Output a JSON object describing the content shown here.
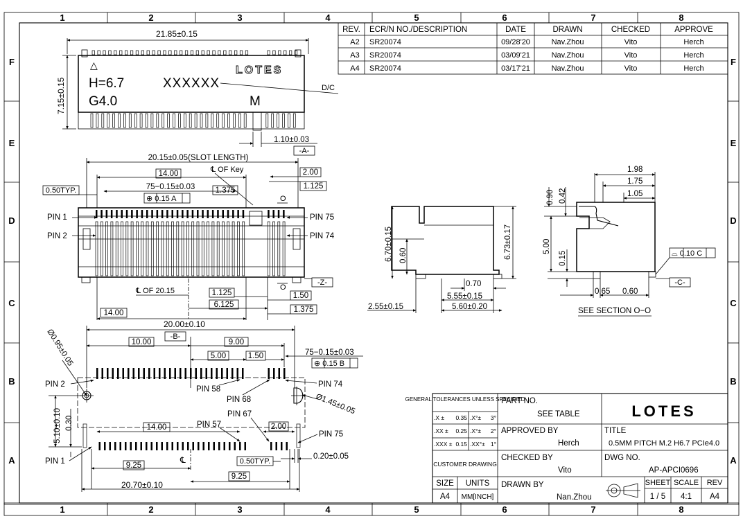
{
  "zone_columns": [
    "1",
    "2",
    "3",
    "4",
    "5",
    "6",
    "7",
    "8"
  ],
  "zone_rows": [
    "F",
    "E",
    "D",
    "C",
    "B",
    "A"
  ],
  "revision_table": {
    "headers": [
      "REV.",
      "ECR/N NO./DESCRIPTION",
      "DATE",
      "DRAWN",
      "CHECKED",
      "APPROVE"
    ],
    "rows": [
      [
        "A2",
        "SR20074",
        "09/28'20",
        "Nav.Zhou",
        "Vito",
        "Herch"
      ],
      [
        "A3",
        "SR20074",
        "03/09'21",
        "Nav.Zhou",
        "Vito",
        "Herch"
      ],
      [
        "A4",
        "SR20074",
        "03/17'21",
        "Nav.Zhou",
        "Vito",
        "Herch"
      ]
    ]
  },
  "top_view": {
    "width_dim": "21.85±0.15",
    "height_dim": "7.15±0.15",
    "triangle_mark": "△",
    "height_mark": "H=6.7",
    "gen_mark": "G4.0",
    "date_code": "XXXXXX",
    "brand": "LOTES",
    "key_letter": "M",
    "dc_label": "D/C",
    "offset_dim": "1.10±0.03",
    "datum_a": "-A-"
  },
  "front_view": {
    "slot_length": "20.15±0.05(SLOT LENGTH)",
    "dim_14_top": "14.00",
    "key_label": "℄ OF Key",
    "dim_2_00": "2.00",
    "dim_1_125_top": "1.125",
    "pitch_typ": "0.50TYP.",
    "pitch_dim": "75−0.15±0.03",
    "position_tol": "⊕ 0.15 A",
    "dim_1_375_top": "1.375",
    "section_letter_top": "O",
    "pin1": "PIN  1",
    "pin2": "PIN  2",
    "pin75": "PIN  75",
    "pin74": "PIN  74",
    "datum_z": "-Z-",
    "section_letter_bottom": "O",
    "center_label": "℄  OF  20.15",
    "dim_1_125_bot": "1.125",
    "dim_6_125": "6.125",
    "dim_1_50": "1.50",
    "dim_14_bot": "14.00",
    "dim_1_375_bot": "1.375"
  },
  "side_view": {
    "overall_h": "6.70±0.15",
    "lower_h": "0.60",
    "right_h": "6.73±0.17",
    "dim_070": "0.70",
    "dim_555": "5.55±0.15",
    "dim_560": "5.60±0.20",
    "dim_255": "2.55±0.15"
  },
  "section_view": {
    "dim_198": "1.98",
    "dim_175": "1.75",
    "dim_105": "1.05",
    "dim_090": "0.90",
    "dim_042": "0.42",
    "dim_500": "5.00",
    "dim_015": "0.15",
    "dim_065": "0.65",
    "dim_060": "0.60",
    "flatness": "⌓ 0.10 C",
    "datum_c": "-C-",
    "caption": "SEE  SECTION  O−O"
  },
  "pcb_view": {
    "width_dim": "20.00±0.10",
    "datum_b": "-B-",
    "dim_10_00": "10.00",
    "dim_9_00": "9.00",
    "dim_5_00": "5.00",
    "dim_1_50": "1.50",
    "pitch_dim": "75−0.15±0.03",
    "position_tol": "⊕ 0.15 B",
    "hole_dia": "Ø0.95±0.05",
    "pin2": "PIN  2",
    "pin58": "PIN  58",
    "pin74": "PIN  74",
    "pin68": "PIN  68",
    "slot_dia": "Ø1.45±0.05",
    "dim_5_10": "5.10±0.10",
    "dim_0_30": "0.30",
    "dim_14_00": "14.00",
    "pin57": "PIN  57",
    "pin67": "PIN  67",
    "dim_2_00": "2.00",
    "pin75": "PIN  75",
    "pin1": "PIN  1",
    "dim_0_20": "0.20±0.05",
    "dim_9_25_left": "9.25",
    "center_mark": "℄",
    "pitch_typ": "0.50TYP.",
    "dim_9_25_right": "9.25",
    "dim_20_70": "20.70±0.10"
  },
  "title_block": {
    "tol_header": "GENERAL TOLERANCES UNLESS SPECIFIED",
    "tol_rows": [
      [
        ".X ±",
        "0.35",
        ".X°±",
        "3°"
      ],
      [
        ".XX ±",
        "0.25",
        ".X°±",
        "2°"
      ],
      [
        ".XXX ±",
        "0.15",
        ".XX°±",
        "1°"
      ]
    ],
    "part_no_label": "PART NO.",
    "part_no_value": "SEE TABLE",
    "brand": "LOTES",
    "approved_label": "APPROVED BY",
    "approved_value": "Herch",
    "title_label": "TITLE",
    "title_value": "0.5MM PITCH M.2 H6.7 PCIe4.0",
    "customer_drawing": "CUSTOMER DRAWING",
    "checked_label": "CHECKED BY",
    "checked_value": "Vito",
    "dwg_label": "DWG NO.",
    "dwg_value": "AP-APCI0696",
    "size_label": "SIZE",
    "size_value": "A4",
    "units_label": "UNITS",
    "units_value": "MM[INCH]",
    "drawn_label": "DRAWN BY",
    "drawn_value": "Nan.Zhou",
    "sheet_label": "SHEET",
    "sheet_value": "1 / 5",
    "scale_label": "SCALE",
    "scale_value": "4:1",
    "rev_label": "REV",
    "rev_value": "A4"
  }
}
